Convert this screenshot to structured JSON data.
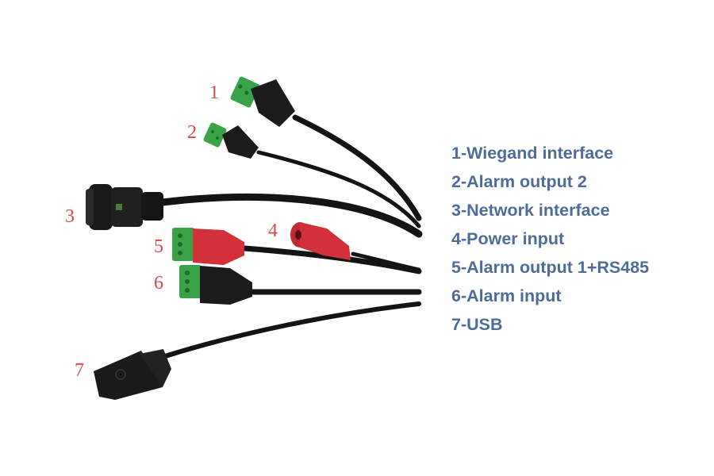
{
  "callouts": [
    {
      "number": "1",
      "label": "1-Wiegand interface"
    },
    {
      "number": "2",
      "label": "2-Alarm output 2"
    },
    {
      "number": "3",
      "label": "3-Network interface"
    },
    {
      "number": "4",
      "label": "4-Power input"
    },
    {
      "number": "5",
      "label": "5-Alarm output 1+RS485"
    },
    {
      "number": "6",
      "label": "6-Alarm input"
    },
    {
      "number": "7",
      "label": "7-USB"
    }
  ],
  "colors": {
    "callout_number": "#d84848",
    "legend_text": "#4f6b99",
    "cable": "#141414",
    "terminal_green": "#3aa34a",
    "connector_red": "#d4303a"
  },
  "icons": [
    "terminal-block-connector",
    "rj45-connector",
    "dc-barrel-jack",
    "usb-connector"
  ]
}
